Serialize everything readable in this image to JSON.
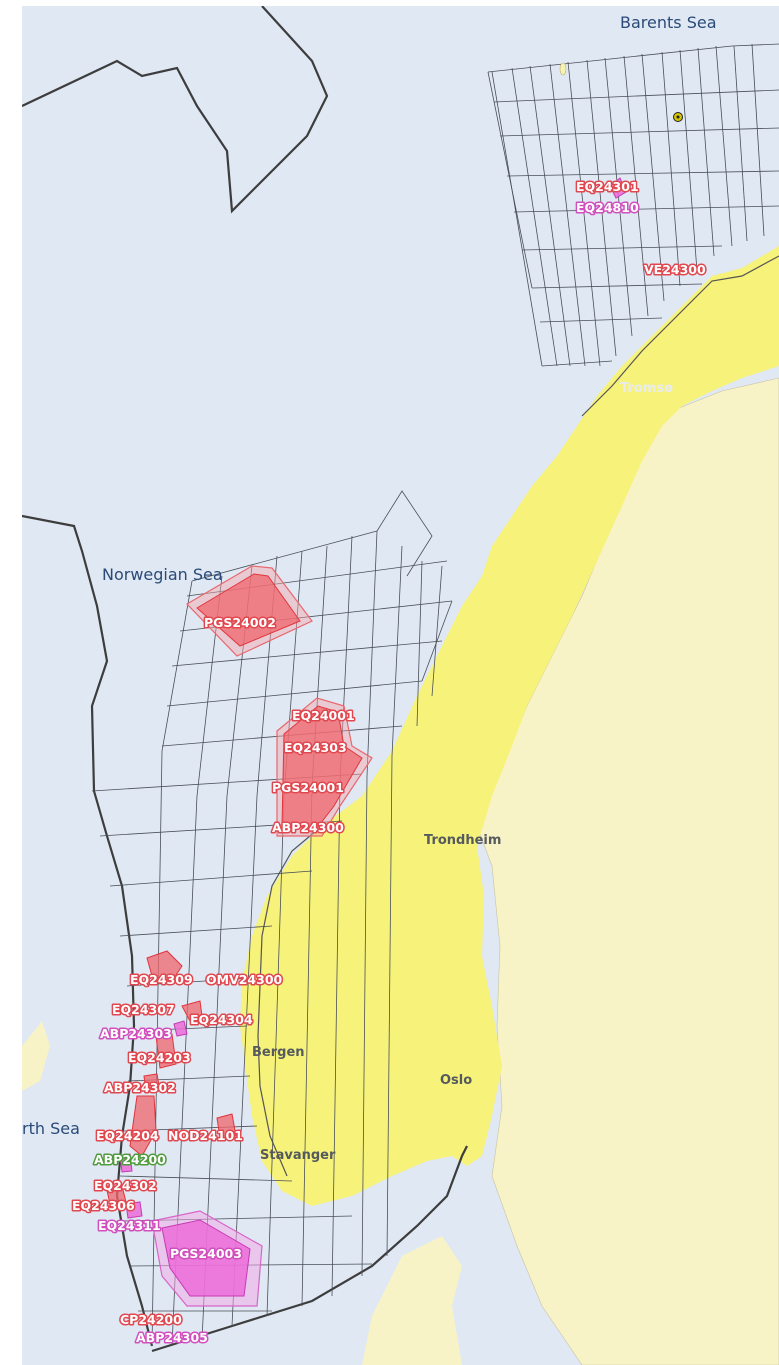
{
  "map": {
    "sea_labels": {
      "barents": "Barents Sea",
      "norwegian": "Norwegian Sea",
      "north": "rth Sea"
    },
    "cities": {
      "tromso": "Tromsø",
      "trondheim": "Trondheim",
      "bergen": "Bergen",
      "oslo": "Oslo",
      "stavanger": "Stavanger"
    },
    "surveys": {
      "eq24301": "EQ24301",
      "eq24810": "EQ24810",
      "ve24300": "VE24300",
      "pgs24002": "PGS24002",
      "eq24001": "EQ24001",
      "eq24303": "EQ24303",
      "pgs24001": "PGS24001",
      "abp24300": "ABP24300",
      "eq24309": "EQ24309",
      "omv24300": "OMV24300",
      "eq24307": "EQ24307",
      "eq24304": "EQ24304",
      "abp24303": "ABP24303",
      "eq24203": "EQ24203",
      "abp24302": "ABP24302",
      "eq24204": "EQ24204",
      "nod24101": "NOD24101",
      "abp24200": "ABP24200",
      "eq24302": "EQ24302",
      "eq24306": "EQ24306",
      "eq24311": "EQ24311",
      "pgs24003": "PGS24003",
      "cp24200": "CP24200",
      "abp24305": "ABP24305"
    },
    "colors": {
      "sea": "#dfe8f3",
      "norway_land": "#f6f27a",
      "neighbor_land": "#f8f3c6",
      "survey_red": "#f0656c",
      "survey_pink": "#ec6bd8",
      "survey_green": "#8ed27a"
    }
  }
}
